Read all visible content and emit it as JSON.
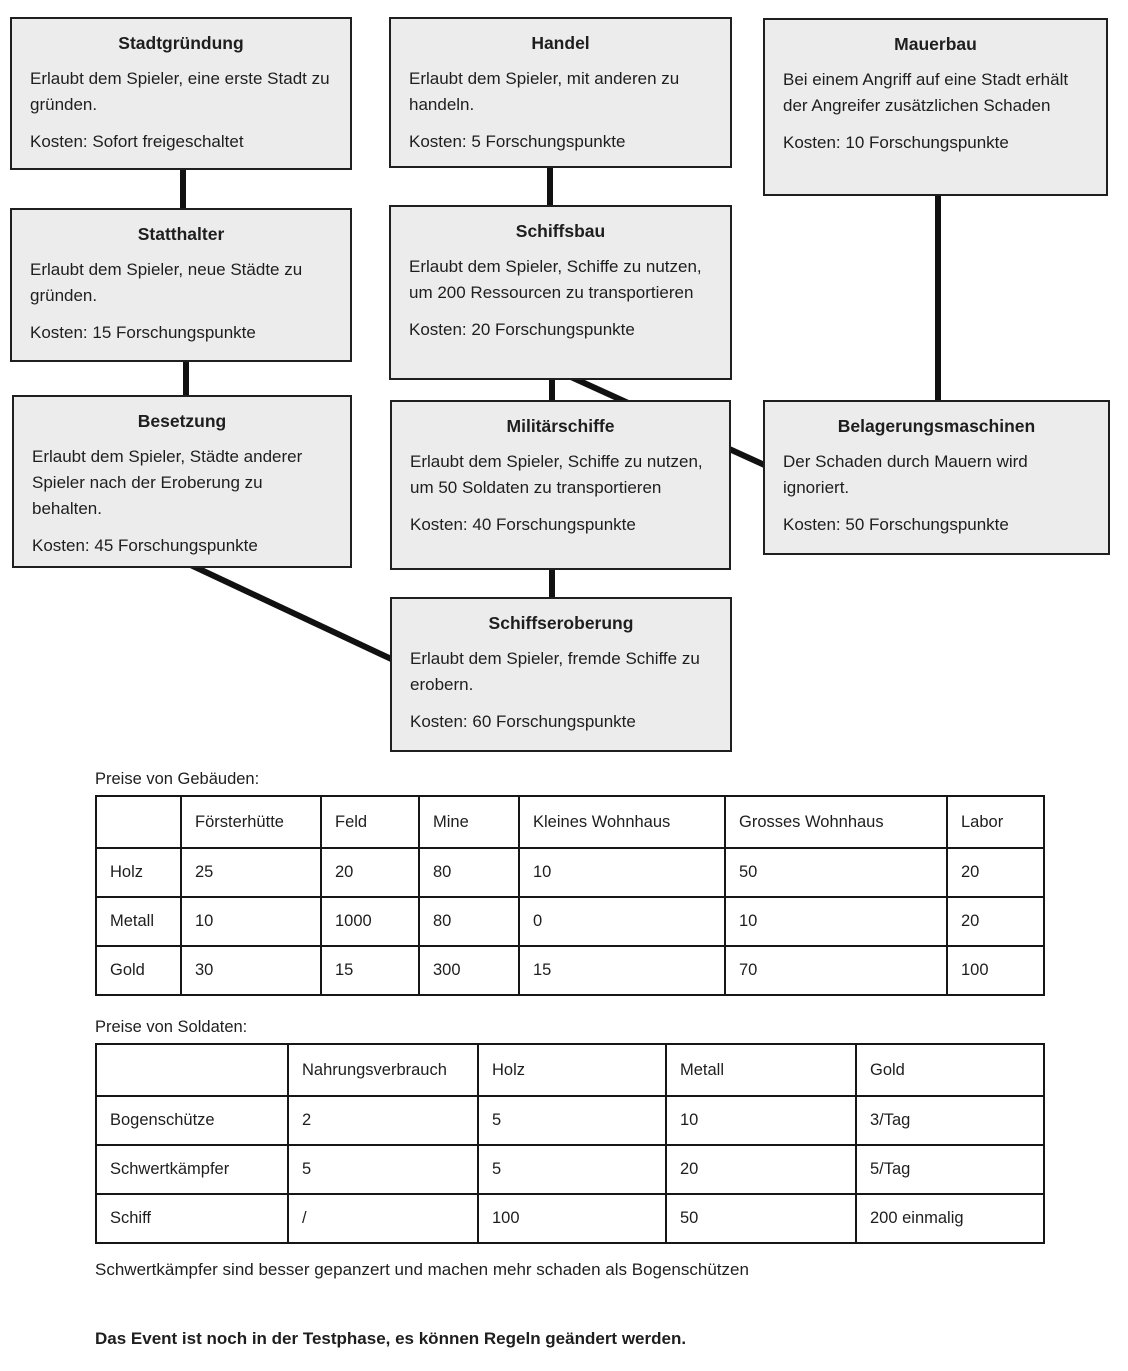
{
  "diagram": {
    "nodes": [
      {
        "title": "Stadtgründung",
        "desc": "Erlaubt dem Spieler, eine erste Stadt zu gründen.",
        "cost": "Kosten: Sofort freigeschaltet"
      },
      {
        "title": "Handel",
        "desc": "Erlaubt dem Spieler, mit anderen zu handeln.",
        "cost": "Kosten: 5 Forschungspunkte"
      },
      {
        "title": "Mauerbau",
        "desc": "Bei einem Angriff auf eine Stadt erhält der Angreifer zusätzlichen Schaden",
        "cost": "Kosten: 10 Forschungspunkte"
      },
      {
        "title": "Statthalter",
        "desc": "Erlaubt dem Spieler, neue Städte zu gründen.",
        "cost": "Kosten: 15 Forschungspunkte"
      },
      {
        "title": "Schiffsbau",
        "desc": "Erlaubt dem Spieler, Schiffe zu nutzen, um 200 Ressourcen zu transportieren",
        "cost": "Kosten: 20 Forschungspunkte"
      },
      {
        "title": "Besetzung",
        "desc": "Erlaubt dem Spieler, Städte anderer Spieler nach der Eroberung zu behalten.",
        "cost": "Kosten: 45 Forschungspunkte"
      },
      {
        "title": "Militärschiffe",
        "desc": "Erlaubt dem Spieler, Schiffe zu nutzen, um 50 Soldaten zu transportieren",
        "cost": "Kosten: 40 Forschungspunkte"
      },
      {
        "title": "Belagerungsmaschinen",
        "desc": "Der Schaden durch Mauern wird ignoriert.",
        "cost": "Kosten: 50 Forschungspunkte"
      },
      {
        "title": "Schiffseroberung",
        "desc": "Erlaubt dem Spieler, fremde Schiffe zu erobern.",
        "cost": "Kosten: 60 Forschungspunkte"
      }
    ],
    "edges": [
      {
        "from": "Stadtgründung",
        "to": "Statthalter"
      },
      {
        "from": "Statthalter",
        "to": "Besetzung"
      },
      {
        "from": "Handel",
        "to": "Schiffsbau"
      },
      {
        "from": "Schiffsbau",
        "to": "Militärschiffe"
      },
      {
        "from": "Schiffsbau",
        "to": "Belagerungsmaschinen"
      },
      {
        "from": "Militärschiffe",
        "to": "Schiffseroberung"
      },
      {
        "from": "Besetzung",
        "to": "Schiffseroberung"
      },
      {
        "from": "Mauerbau",
        "to": "Belagerungsmaschinen"
      }
    ]
  },
  "buildings_table": {
    "heading": "Preise von Gebäuden:",
    "columns": [
      "",
      "Försterhütte",
      "Feld",
      "Mine",
      "Kleines Wohnhaus",
      "Grosses Wohnhaus",
      "Labor"
    ],
    "rows": [
      {
        "label": "Holz",
        "values": [
          "25",
          "20",
          "80",
          "10",
          "50",
          "20"
        ]
      },
      {
        "label": "Metall",
        "values": [
          "10",
          "1000",
          "80",
          "0",
          "10",
          "20"
        ]
      },
      {
        "label": "Gold",
        "values": [
          "30",
          "15",
          "300",
          "15",
          "70",
          "100"
        ]
      }
    ]
  },
  "soldiers_table": {
    "heading": "Preise von Soldaten:",
    "columns": [
      "",
      "Nahrungsverbrauch",
      "Holz",
      "Metall",
      "Gold"
    ],
    "rows": [
      {
        "label": "Bogenschütze",
        "values": [
          "2",
          "5",
          "10",
          "3/Tag"
        ]
      },
      {
        "label": "Schwertkämpfer",
        "values": [
          "5",
          "5",
          "20",
          "5/Tag"
        ]
      },
      {
        "label": "Schiff",
        "values": [
          "/",
          "100",
          "50",
          "200 einmalig"
        ]
      }
    ]
  },
  "notes": {
    "soldiers_note": "Schwertkämpfer sind besser gepanzert und machen mehr schaden als Bogenschützen",
    "event_note": "Das Event ist noch in der Testphase, es können Regeln geändert werden."
  },
  "colors": {
    "node_fill": "#ececec",
    "node_border": "#1f1f1f",
    "line": "#111111",
    "text": "#1e1e1e"
  }
}
